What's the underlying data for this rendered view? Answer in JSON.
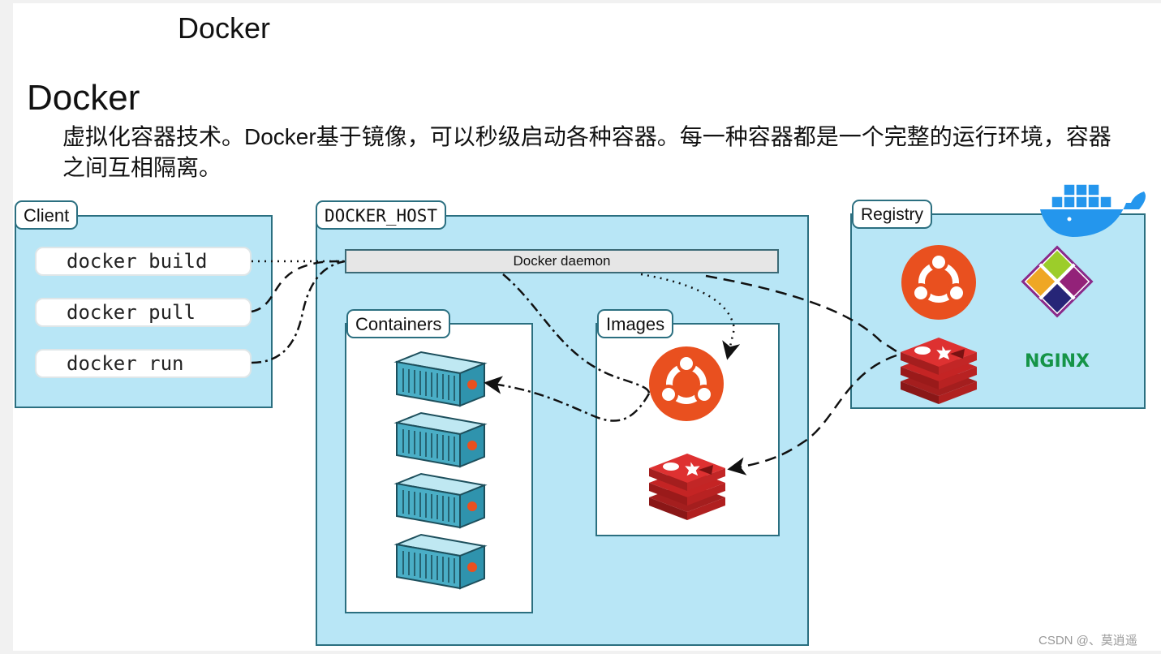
{
  "header": {
    "title_small": "Docker",
    "title_large": "Docker",
    "description": "虚拟化容器技术。Docker基于镜像，可以秒级启动各种容器。每一种容器都是一个完整的运行环境，容器之间互相隔离。"
  },
  "diagram": {
    "client": {
      "label": "Client",
      "commands": [
        "docker build",
        "docker pull",
        "docker run"
      ]
    },
    "docker_host": {
      "label": "DOCKER_HOST",
      "daemon": "Docker daemon",
      "containers_label": "Containers",
      "images_label": "Images"
    },
    "registry": {
      "label": "Registry",
      "nginx_logo_text": "NGINX"
    }
  },
  "watermark": "CSDN @、莫逍遥",
  "colors": {
    "panel_fill": "#b8e6f6",
    "panel_border": "#2b6f80",
    "ubuntu": "#e9501f",
    "redis": "#d52a2a",
    "nginx": "#159447",
    "container": "#4aaec6"
  }
}
